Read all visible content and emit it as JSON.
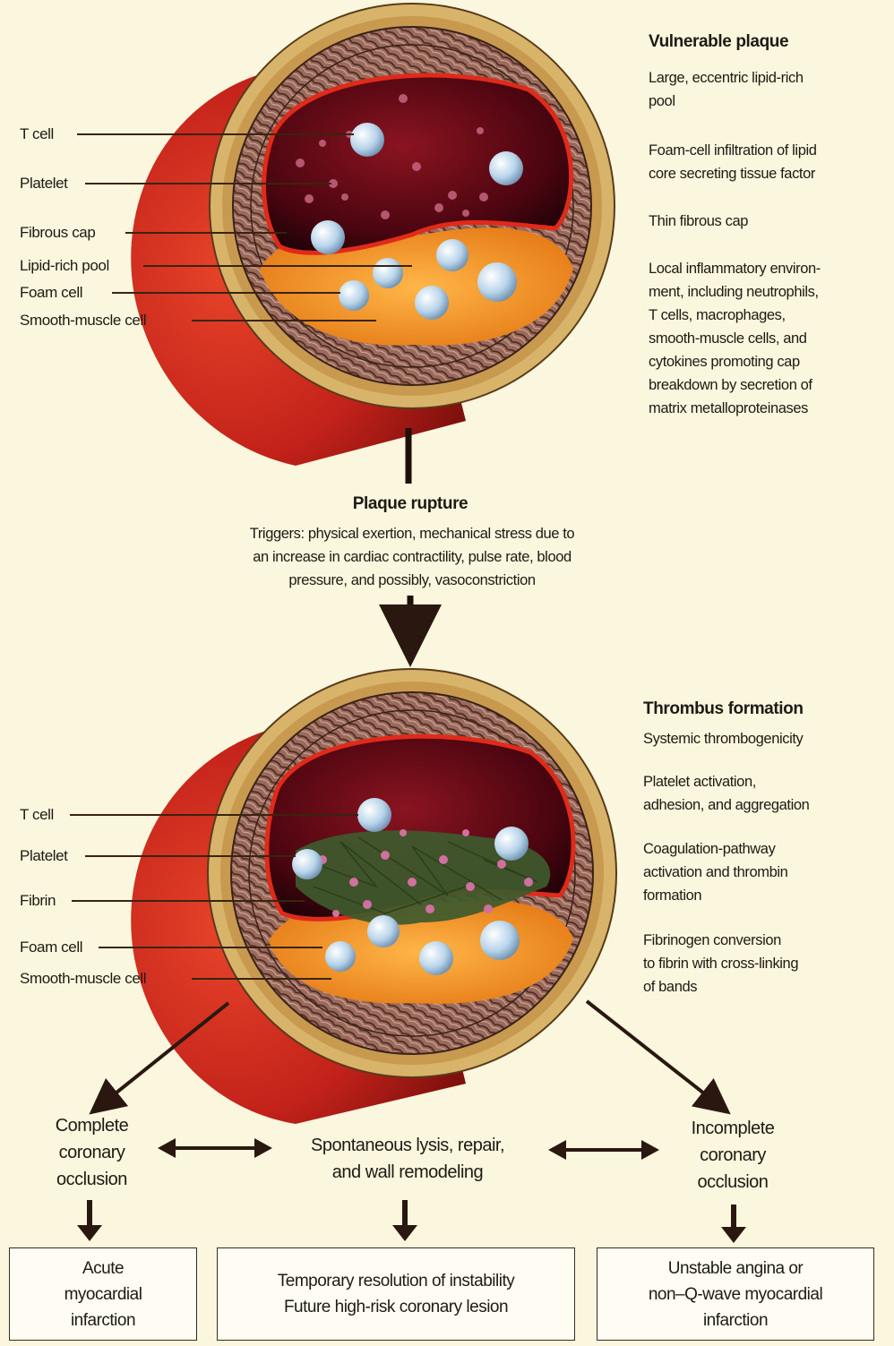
{
  "top_section": {
    "labels": [
      "T cell",
      "Platelet",
      "Fibrous cap",
      "Lipid-rich pool",
      "Foam cell",
      "Smooth-muscle cell"
    ],
    "heading": "Vulnerable plaque",
    "points": [
      "Large, eccentric lipid-rich\npool",
      "Foam-cell infiltration of lipid\ncore secreting tissue factor",
      "Thin fibrous cap",
      "Local inflammatory environ-\nment, including neutrophils,\nT cells, macrophages,\nsmooth-muscle cells, and\ncytokines promoting cap\nbreakdown by secretion of\nmatrix metalloproteinases"
    ]
  },
  "rupture": {
    "title": "Plaque rupture",
    "description": "Triggers: physical exertion, mechanical stress due to\nan increase in cardiac contractility, pulse rate, blood\npressure, and possibly, vasoconstriction"
  },
  "bottom_section": {
    "labels": [
      "T cell",
      "Platelet",
      "Fibrin",
      "Foam cell",
      "Smooth-muscle cell"
    ],
    "heading": "Thrombus formation",
    "points": [
      "Systemic thrombogenicity",
      "Platelet activation,\nadhesion, and aggregation",
      "Coagulation-pathway\nactivation and thrombin\nformation",
      "Fibrinogen conversion\nto fibrin with cross-linking\nof bands"
    ]
  },
  "outcomes": {
    "complete": "Complete\ncoronary\nocclusion",
    "lysis": "Spontaneous lysis, repair,\nand wall remodeling",
    "incomplete": "Incomplete\ncoronary\nocclusion"
  },
  "results": {
    "ami": "Acute\nmyocardial\ninfarction",
    "temporary": "Temporary resolution of instability\nFuture high-risk coronary lesion",
    "unstable": "Unstable angina or\nnon–Q-wave myocardial\ninfarction"
  },
  "colors": {
    "background": "#fbf7de",
    "lumen": "#5a0710",
    "vessel": "#c8281a",
    "lipid": "#f0921e",
    "wall": "#8a5a4a",
    "adventitia": "#d6b268"
  }
}
